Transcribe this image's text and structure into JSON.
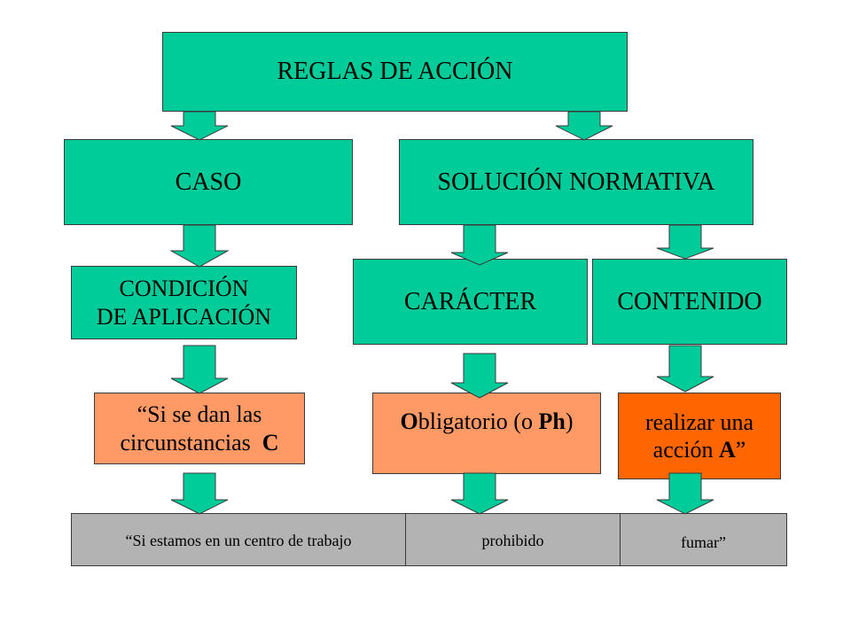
{
  "title": "REGLAS DE ACCIÓN",
  "caso": "CASO",
  "solucion": "SOLUCIÓN NORMATIVA",
  "condicion_line1": "CONDICIÓN",
  "condicion_line2": "DE APLICACIÓN",
  "caracter": "CARÁCTER",
  "contenido": "CONTENIDO",
  "si_se_dan_line1": "“Si se dan las",
  "si_se_dan_line2": "circunstancias",
  "si_se_dan_var": "C",
  "oblig_initial": "O",
  "oblig_rest": "bligatorio (o ",
  "oblig_ph": "Ph",
  "oblig_close": ")",
  "realizar_line1": "realizar una",
  "realizar_line2": "acción",
  "realizar_var": "A",
  "realizar_close": "”",
  "example_1": "“Si estamos en un centro de trabajo",
  "example_2": "prohibido",
  "example_3": "fumar”",
  "colors": {
    "green": "#00cc99",
    "light_orange": "#ff9966",
    "dark_orange": "#ff6600",
    "gray": "#b3b3b3"
  }
}
